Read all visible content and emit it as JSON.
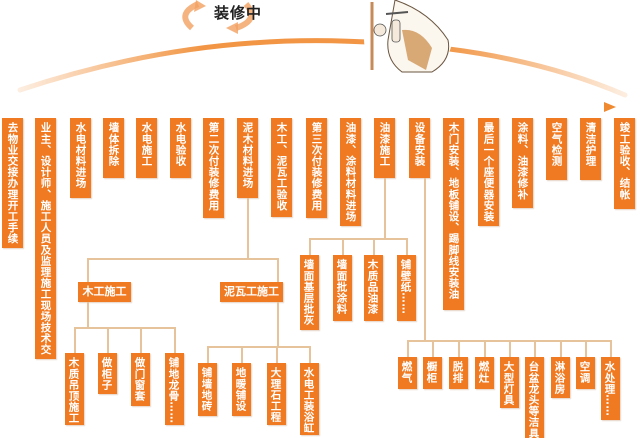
{
  "title": "装修中",
  "colors": {
    "box": "#F07A22",
    "connector": "#E6C39A",
    "arc": "#F08A30"
  },
  "icons": {
    "cycle": "cycle-arrows-icon",
    "worker": "worker-with-hammer-illustration",
    "timeline": "timeline-arrow"
  },
  "steps": [
    "去物业交接办理开工手续",
    "业主、设计师、施工人员及监理施工现场技术交底",
    "水电材料进场",
    "墙体拆除",
    "水电施工",
    "水电验收",
    "第二次付装修费用",
    "泥木材料进场",
    "木工、泥瓦工验收",
    "第三次付装修费用",
    "油漆、涂料材料进场",
    "油漆施工",
    "设备安装",
    "木门安装、地板铺设、踢脚线安装油漆",
    "最后一个座便器安装",
    "涂料、油漆修补",
    "空气检测",
    "清洁护理",
    "竣工验收、结帐"
  ],
  "groups": {
    "carpentry": {
      "label": "木工施工",
      "items": [
        "木质吊顶施工",
        "做柜子",
        "做门窗套",
        "铺地龙骨……"
      ]
    },
    "masonry": {
      "label": "泥瓦工施工",
      "items": [
        "铺墙地砖",
        "地暖铺设",
        "大理石工程",
        "水电工装浴缸"
      ]
    },
    "painting": {
      "items": [
        "墙面基层批灰",
        "墙面批涂料",
        "木质品油漆",
        "铺壁纸……"
      ]
    },
    "equipment": {
      "items": [
        "燃气",
        "橱柜",
        "脱排",
        "燃灶",
        "大型灯具",
        "台盆龙头等洁具",
        "淋浴房",
        "空调",
        "水处理……"
      ]
    }
  }
}
